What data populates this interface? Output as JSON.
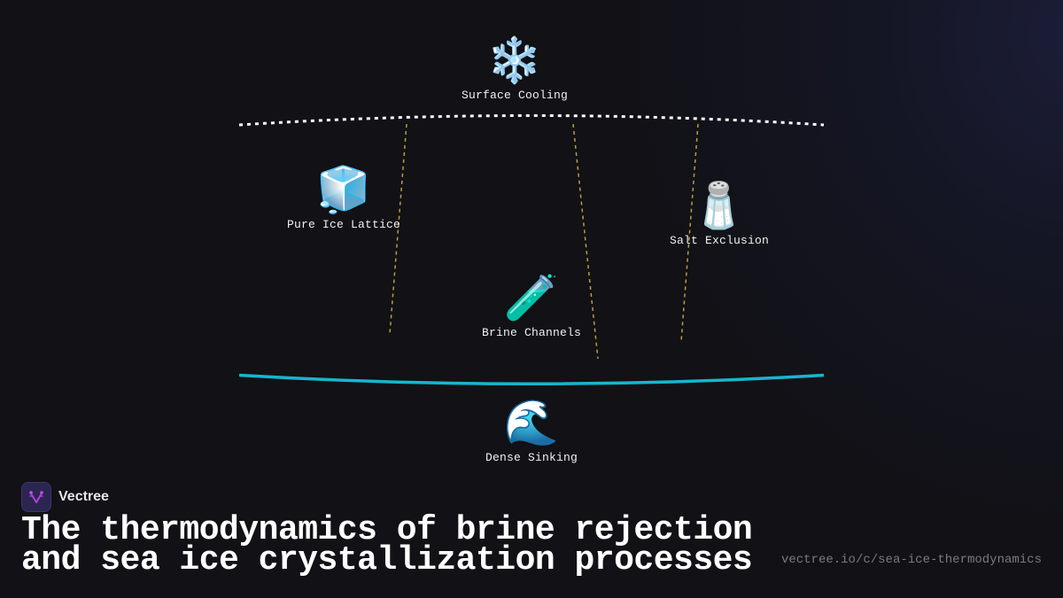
{
  "diagram": {
    "nodes": [
      {
        "id": "surface-cooling",
        "icon": "snowflake-icon",
        "glyph": "❄️",
        "label": "Surface Cooling"
      },
      {
        "id": "pure-ice-lattice",
        "icon": "ice-cube-icon",
        "glyph": "🧊",
        "label": "Pure Ice Lattice"
      },
      {
        "id": "salt-exclusion",
        "icon": "salt-shaker-icon",
        "glyph": "🧂",
        "label": "Salt Exclusion"
      },
      {
        "id": "brine-channels",
        "icon": "test-tube-icon",
        "glyph": "🧪",
        "label": "Brine Channels"
      },
      {
        "id": "dense-sinking",
        "icon": "wave-icon",
        "glyph": "🌊",
        "label": "Dense Sinking"
      }
    ],
    "boundaries": [
      {
        "id": "surface-boundary",
        "style": "dotted",
        "color": "#ffffff"
      },
      {
        "id": "water-boundary",
        "style": "solid",
        "color": "#17b6cf"
      }
    ],
    "connectors_color": "#b5a23a"
  },
  "brand": {
    "name": "Vectree",
    "logo_color": "#b040d8"
  },
  "title": {
    "line1": "The thermodynamics of brine rejection",
    "line2": "and sea ice crystallization processes"
  },
  "url": "vectree.io/c/sea-ice-thermodynamics"
}
